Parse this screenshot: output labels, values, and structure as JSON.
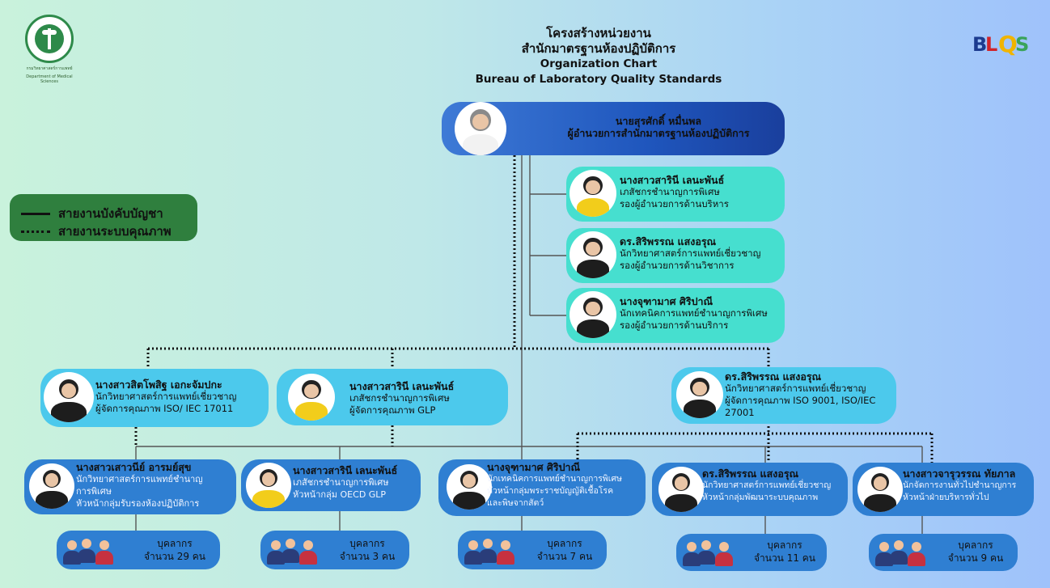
{
  "title": {
    "th_line1": "โครงสร้างหน่วยงาน",
    "th_line2": "สำนักมาตรฐานห้องปฏิบัติการ",
    "en_line1": "Organization Chart",
    "en_line2": "Bureau of Laboratory Quality Standards"
  },
  "logo_left": {
    "caption_th": "กรมวิทยาศาสตร์การแพทย์",
    "caption_en": "Department of Medical Sciences"
  },
  "logo_right": {
    "text": "BLQS"
  },
  "legend": {
    "solid": "สายงานบังคับบัญชา",
    "dotted": "สายงานระบบคุณภาพ"
  },
  "director": {
    "name": "นายสุรศักดิ์ หมื่นพล",
    "title": "ผู้อำนวยการสำนักมาตรฐานห้องปฏิบัติการ"
  },
  "deputies": [
    {
      "name": "นางสาวสารินี เลนะพันธ์",
      "line1": "เภสัชกรชำนาญการพิเศษ",
      "line2": "รองผู้อำนวยการด้านบริหาร"
    },
    {
      "name": "ดร.สิริพรรณ แสงอรุณ",
      "line1": "นักวิทยาศาสตร์การแพทย์เชี่ยวชาญ",
      "line2": "รองผู้อำนวยการด้านวิชาการ"
    },
    {
      "name": "นางจุฑามาศ ศิริปาณี",
      "line1": "นักเทคนิคการแพทย์ชำนาญการพิเศษ",
      "line2": "รองผู้อำนวยการด้านบริการ"
    }
  ],
  "quality_managers": [
    {
      "name": "นางสาวสิตโพสิฐ เอกะจัมปกะ",
      "line1": "นักวิทยาศาสตร์การแพทย์เชี่ยวชาญ",
      "line2": "ผู้จัดการคุณภาพ ISO/ IEC 17011"
    },
    {
      "name": "นางสาวสารินี เลนะพันธ์",
      "line1": "เภสัชกรชำนาญการพิเศษ",
      "line2": "ผู้จัดการคุณภาพ GLP"
    },
    {
      "name": "ดร.สิริพรรณ แสงอรุณ",
      "line1": "นักวิทยาศาสตร์การแพทย์เชี่ยวชาญ",
      "line2": "ผู้จัดการคุณภาพ ISO 9001, ISO/IEC",
      "line3": "27001"
    }
  ],
  "group_heads": [
    {
      "name": "นางสาวเสาวนีย์ อารมย์สุข",
      "line1": "นักวิทยาศาสตร์การแพทย์ชำนาญ",
      "line2": "การพิเศษ",
      "line3": "หัวหน้ากลุ่มรับรองห้องปฏิบัติการ"
    },
    {
      "name": "นางสาวสารินี เลนะพันธ์",
      "line1": "เภสัชกรชำนาญการพิเศษ",
      "line2": "หัวหน้ากลุ่ม OECD GLP",
      "line3": ""
    },
    {
      "name": "นางจุฑามาศ ศิริปาณี",
      "line1": "นักเทคนิคการแพทย์ชำนาญการพิเศษ",
      "line2": "หัวหน้ากลุ่มพระราชบัญญัติเชื้อโรค",
      "line3": "และพิษจากสัตว์"
    },
    {
      "name": "ดร.สิริพรรณ แสงอรุณ",
      "line1": "นักวิทยาศาสตร์การแพทย์เชี่ยวชาญ",
      "line2": "หัวหน้ากลุ่มพัฒนาระบบคุณภาพ",
      "line3": ""
    },
    {
      "name": "นางสาวจารุวรรณ ทัยภาล",
      "line1": "นักจัดการงานทั่วไปชำนาญการ",
      "line2": "หัวหน้าฝ่ายบริหารทั่วไป",
      "line3": ""
    }
  ],
  "staff": [
    {
      "label": "บุคลากร",
      "count": "จำนวน 29 คน"
    },
    {
      "label": "บุคลากร",
      "count": "จำนวน 3 คน"
    },
    {
      "label": "บุคลากร",
      "count": "จำนวน 7 คน"
    },
    {
      "label": "บุคลากร",
      "count": "จำนวน 11 คน"
    },
    {
      "label": "บุคลากร",
      "count": "จำนวน 9 คน"
    }
  ]
}
